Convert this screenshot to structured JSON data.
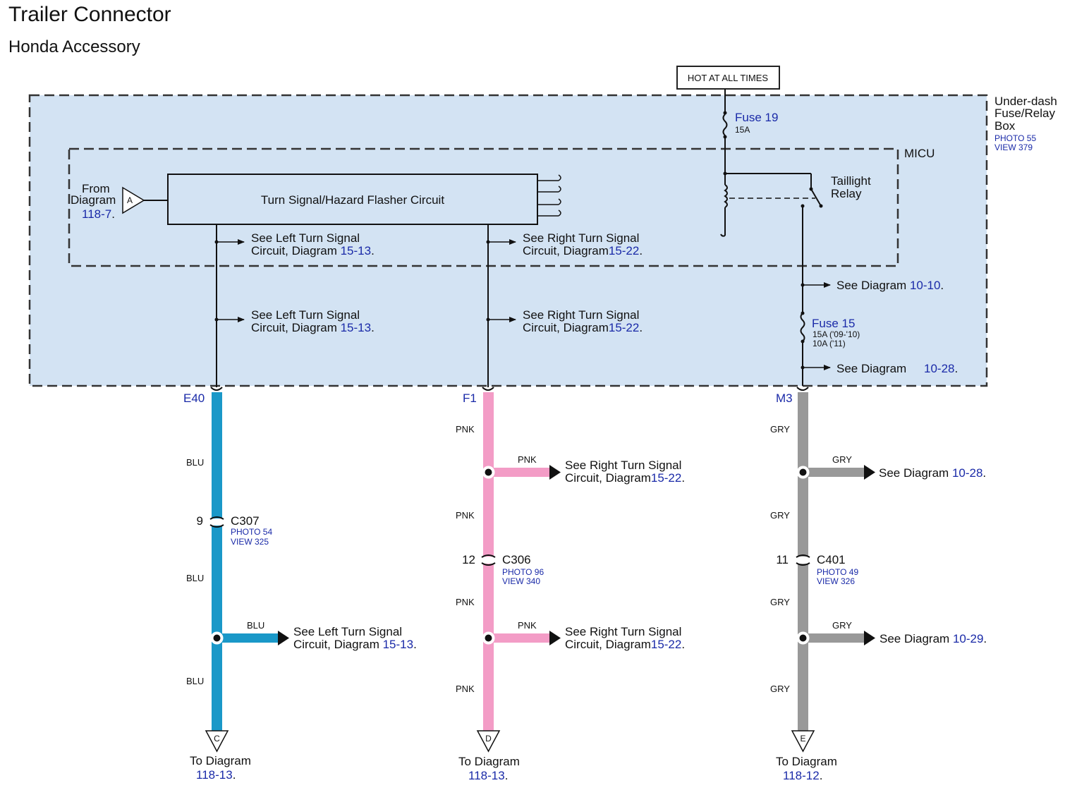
{
  "title": "Trailer Connector",
  "subtitle": "Honda Accessory",
  "hot_box": "HOT AT ALL TIMES",
  "under_dash": {
    "line1": "Under-dash",
    "line2": "Fuse/Relay",
    "line3": "Box",
    "photo": "PHOTO 55",
    "view": "VIEW 379"
  },
  "micu": "MICU",
  "fuse19": {
    "name": "Fuse 19",
    "rating": "15A"
  },
  "taillight_relay": {
    "line1": "Taillight",
    "line2": "Relay"
  },
  "flasher": "Turn Signal/Hazard Flasher Circuit",
  "from_diagram": {
    "line1": "From",
    "line2": "Diagram",
    "ref": "118-7",
    "dot": ".",
    "marker": "A"
  },
  "left_ref1": {
    "line1": "See Left Turn Signal",
    "line2": "Circuit, Diagram ",
    "ref": "15-13",
    "dot": "."
  },
  "right_ref1": {
    "line1": "See Right Turn Signal",
    "line2": "Circuit, Diagram",
    "ref": "15-22",
    "dot": "."
  },
  "left_ref2": {
    "line1": "See Left Turn Signal",
    "line2": "Circuit, Diagram ",
    "ref": "15-13",
    "dot": "."
  },
  "right_ref2": {
    "line1": "See Right Turn Signal",
    "line2": "Circuit, Diagram",
    "ref": "15-22",
    "dot": "."
  },
  "see_10_10": {
    "label": "See Diagram ",
    "ref": "10-10",
    "dot": "."
  },
  "fuse15": {
    "name": "Fuse 15",
    "rating1": "15A ('09-'10)",
    "rating2": "10A ('11)"
  },
  "see_10_28_top": {
    "label": "See Diagram",
    "ref": "10-28",
    "dot": "."
  },
  "columns": {
    "left": {
      "terminal": "E40",
      "wire": "BLU",
      "color": "#1a98c8",
      "connector": {
        "pin": "9",
        "name": "C307",
        "photo": "PHOTO 54",
        "view": "VIEW 325"
      },
      "branch": {
        "wire": "BLU",
        "line1": "See Left Turn Signal",
        "line2": "Circuit, Diagram ",
        "ref": "15-13",
        "dot": "."
      },
      "end": {
        "marker": "C",
        "line1": "To Diagram",
        "ref": "118-13",
        "dot": "."
      }
    },
    "middle": {
      "terminal": "F1",
      "wire": "PNK",
      "color": "#f39cc6",
      "branch1": {
        "wire": "PNK",
        "line1": "See Right Turn Signal",
        "line2": "Circuit, Diagram",
        "ref": "15-22",
        "dot": "."
      },
      "connector": {
        "pin": "12",
        "name": "C306",
        "photo": "PHOTO 96",
        "view": "VIEW 340"
      },
      "branch2": {
        "wire": "PNK",
        "line1": "See Right Turn Signal",
        "line2": "Circuit, Diagram",
        "ref": "15-22",
        "dot": "."
      },
      "end": {
        "marker": "D",
        "line1": "To Diagram",
        "ref": "118-13",
        "dot": "."
      }
    },
    "right": {
      "terminal": "M3",
      "wire": "GRY",
      "color": "#999999",
      "branch1": {
        "wire": "GRY",
        "label": "See Diagram ",
        "ref": "10-28",
        "dot": "."
      },
      "connector": {
        "pin": "11",
        "name": "C401",
        "photo": "PHOTO 49",
        "view": "VIEW 326"
      },
      "branch2": {
        "wire": "GRY",
        "label": "See Diagram ",
        "ref": "10-29",
        "dot": "."
      },
      "end": {
        "marker": "E",
        "line1": "To Diagram",
        "ref": "118-12",
        "dot": "."
      }
    }
  }
}
